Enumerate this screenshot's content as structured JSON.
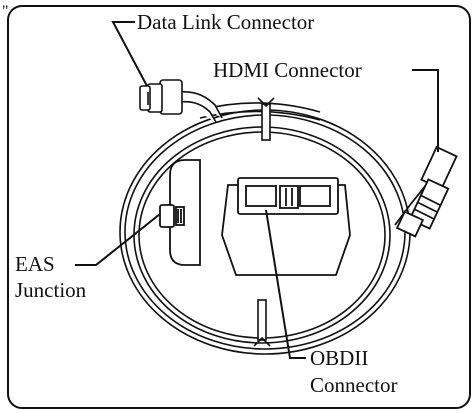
{
  "corner_mark": "\"",
  "labels": {
    "data_link": "Data Link Connector",
    "hdmi": "HDMI Connector",
    "eas_line1": "EAS",
    "eas_line2": "Junction",
    "obdii_line1": "OBDII",
    "obdii_line2": "Connector"
  },
  "colors": {
    "stroke": "#111111",
    "background": "#ffffff"
  }
}
